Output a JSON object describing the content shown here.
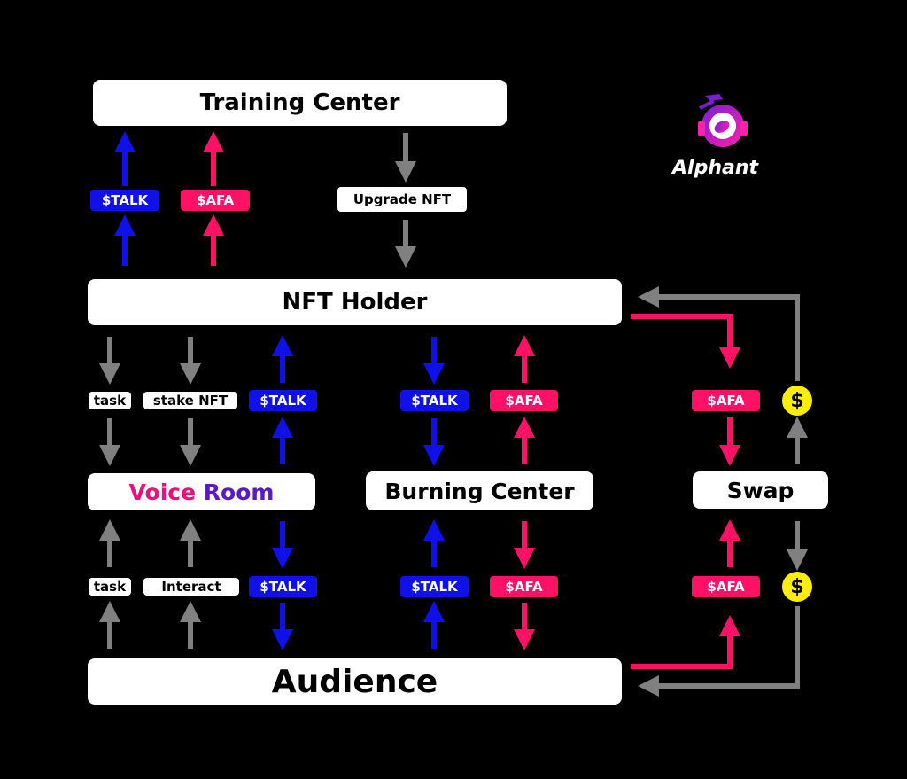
{
  "nodes": {
    "training_center": "Training Center",
    "nft_holder": "NFT Holder",
    "voice_room_part1": "Voice",
    "voice_room_part2": "Room",
    "burning_center": "Burning Center",
    "swap": "Swap",
    "audience": "Audience"
  },
  "tags": {
    "talk": "$TALK",
    "afa": "$AFA",
    "upgrade_nft": "Upgrade NFT",
    "task": "task",
    "stake_nft": "stake NFT",
    "interact": "Interact",
    "dollar": "$"
  },
  "logo": {
    "text": "Alphant"
  },
  "colors": {
    "background": "#000000",
    "talk_blue": "#1010e8",
    "afa_pink": "#ff1166",
    "neutral_grey": "#808080",
    "coin_yellow": "#ffee00",
    "voice_magenta": "#ee0f7a",
    "room_purple": "#5a18c8"
  }
}
